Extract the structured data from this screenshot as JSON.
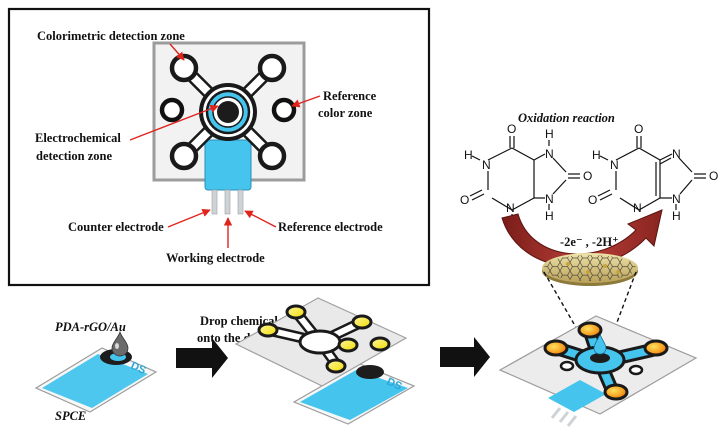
{
  "labels": {
    "colorimetric": "Colorimetric detection zone",
    "reference_color_1": "Reference",
    "reference_color_2": "color zone",
    "electrochemical_1": "Electrochemical",
    "electrochemical_2": "detection zone",
    "counter": "Counter electrode",
    "reference_electrode": "Reference electrode",
    "working": "Working electrode",
    "oxidation": "Oxidation reaction",
    "pda": "PDA-rGO/Au",
    "spce": "SPCE",
    "drop_1": "Drop chemicals",
    "drop_2": "onto the device",
    "electrons": "-2e⁻ , -2H⁺",
    "ds": "DS"
  },
  "atoms": {
    "H": "H",
    "N": "N",
    "O": "O"
  },
  "colors": {
    "blue": "#45c4ee",
    "yellow": "#f4e600",
    "orange": "#f08018",
    "arrow_red": "#a0302a",
    "graphene": "#d9c77a"
  }
}
